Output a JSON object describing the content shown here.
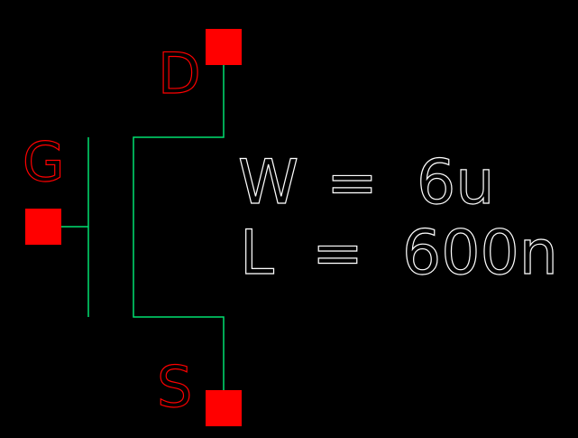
{
  "schematic": {
    "component": "mosfet",
    "pins": {
      "drain": "D",
      "gate": "G",
      "source": "S"
    },
    "params": {
      "width_label": "W",
      "width_eq": "=",
      "width_value": "6u",
      "length_label": "L",
      "length_eq": "=",
      "length_value": "600n"
    }
  },
  "colors": {
    "background": "#000000",
    "wire": "#00e070",
    "pin": "#ff0000",
    "pin_label": "#ff0000",
    "param_text": "#ffffff"
  }
}
